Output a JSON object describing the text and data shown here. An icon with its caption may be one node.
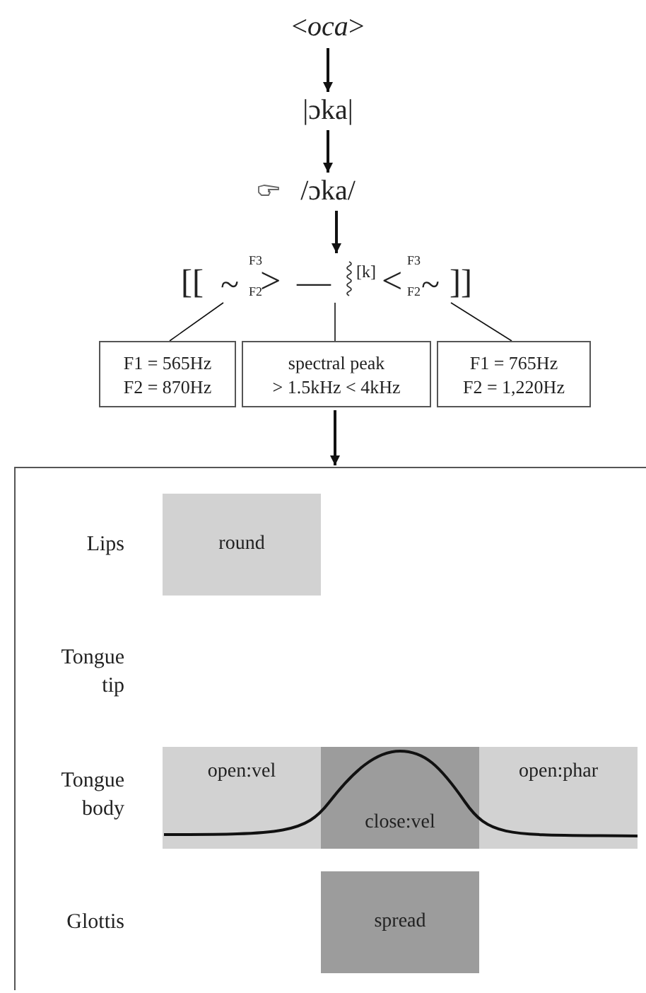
{
  "diagram": {
    "nodes": [
      {
        "text": [
          "<*oca*>"
        ]
      },
      {
        "text": [
          "|ɔka|"
        ]
      },
      {
        "text": [
          "/ɔka/"
        ]
      },
      {
        "text": [
          "[[",
          "~",
          "F3",
          "F2",
          ">",
          "—",
          "[k]",
          "<",
          "F3",
          "F2",
          "~",
          "]]"
        ]
      },
      {
        "text": [
          "F1 = 565Hz",
          "F2 = 870Hz"
        ]
      },
      {
        "text": [
          "spectral peak",
          "> 1.5kHz < 4kHz"
        ]
      },
      {
        "text": [
          "F1 = 765Hz",
          "F2 = 1,220Hz"
        ]
      },
      {
        "text": [],
        "shape": "box"
      },
      {
        "text": [
          "round"
        ],
        "in": 7
      },
      {
        "text": [
          "open:vel"
        ],
        "in": 7
      },
      {
        "text": [
          "close:vel"
        ],
        "in": 7
      },
      {
        "text": [
          "open:phar"
        ],
        "in": 7
      },
      {
        "text": [
          "spread"
        ],
        "in": 7
      }
    ],
    "edges": [
      {
        "from": 0,
        "to": 1,
        "arrow": "to"
      },
      {
        "from": 1,
        "to": 2,
        "arrow": "to"
      },
      {
        "from": 2,
        "to": 3,
        "arrow": "to"
      },
      {
        "from": 3,
        "to": 4,
        "arrow": "none"
      },
      {
        "from": 3,
        "to": 5,
        "arrow": "none"
      },
      {
        "from": 3,
        "to": 6,
        "arrow": "none"
      },
      {
        "from": 5,
        "to": 7,
        "arrow": "to"
      }
    ],
    "labels": [
      "Lips",
      "Tongue tip",
      "Tongue body",
      "Glottis"
    ]
  }
}
